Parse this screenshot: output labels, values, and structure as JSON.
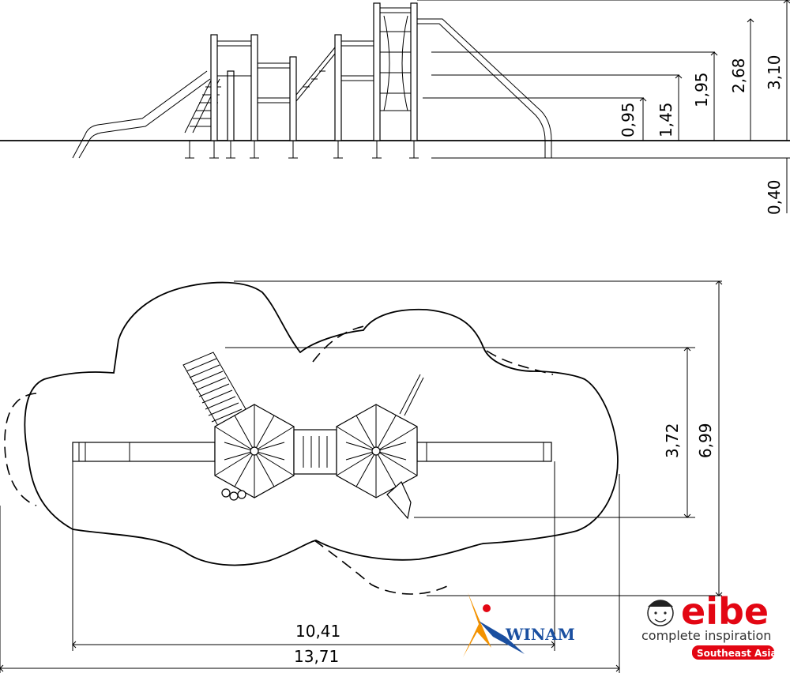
{
  "elevation": {
    "heights": [
      "0,95",
      "1,45",
      "1,95",
      "2,68",
      "3,10"
    ],
    "depth": "0,40"
  },
  "plan": {
    "width_inner": "3,72",
    "width_outer": "6,99",
    "length_inner": "10,41",
    "length_outer": "13,71"
  },
  "logos": {
    "eibe_word": "eibe",
    "eibe_tagline": "complete inspiration",
    "eibe_region": "Southeast Asia",
    "winam_word": "WINAM",
    "colors": {
      "eibe_red": "#e30613",
      "winam_blue": "#1a4fa0",
      "winam_orange": "#f39200"
    }
  }
}
